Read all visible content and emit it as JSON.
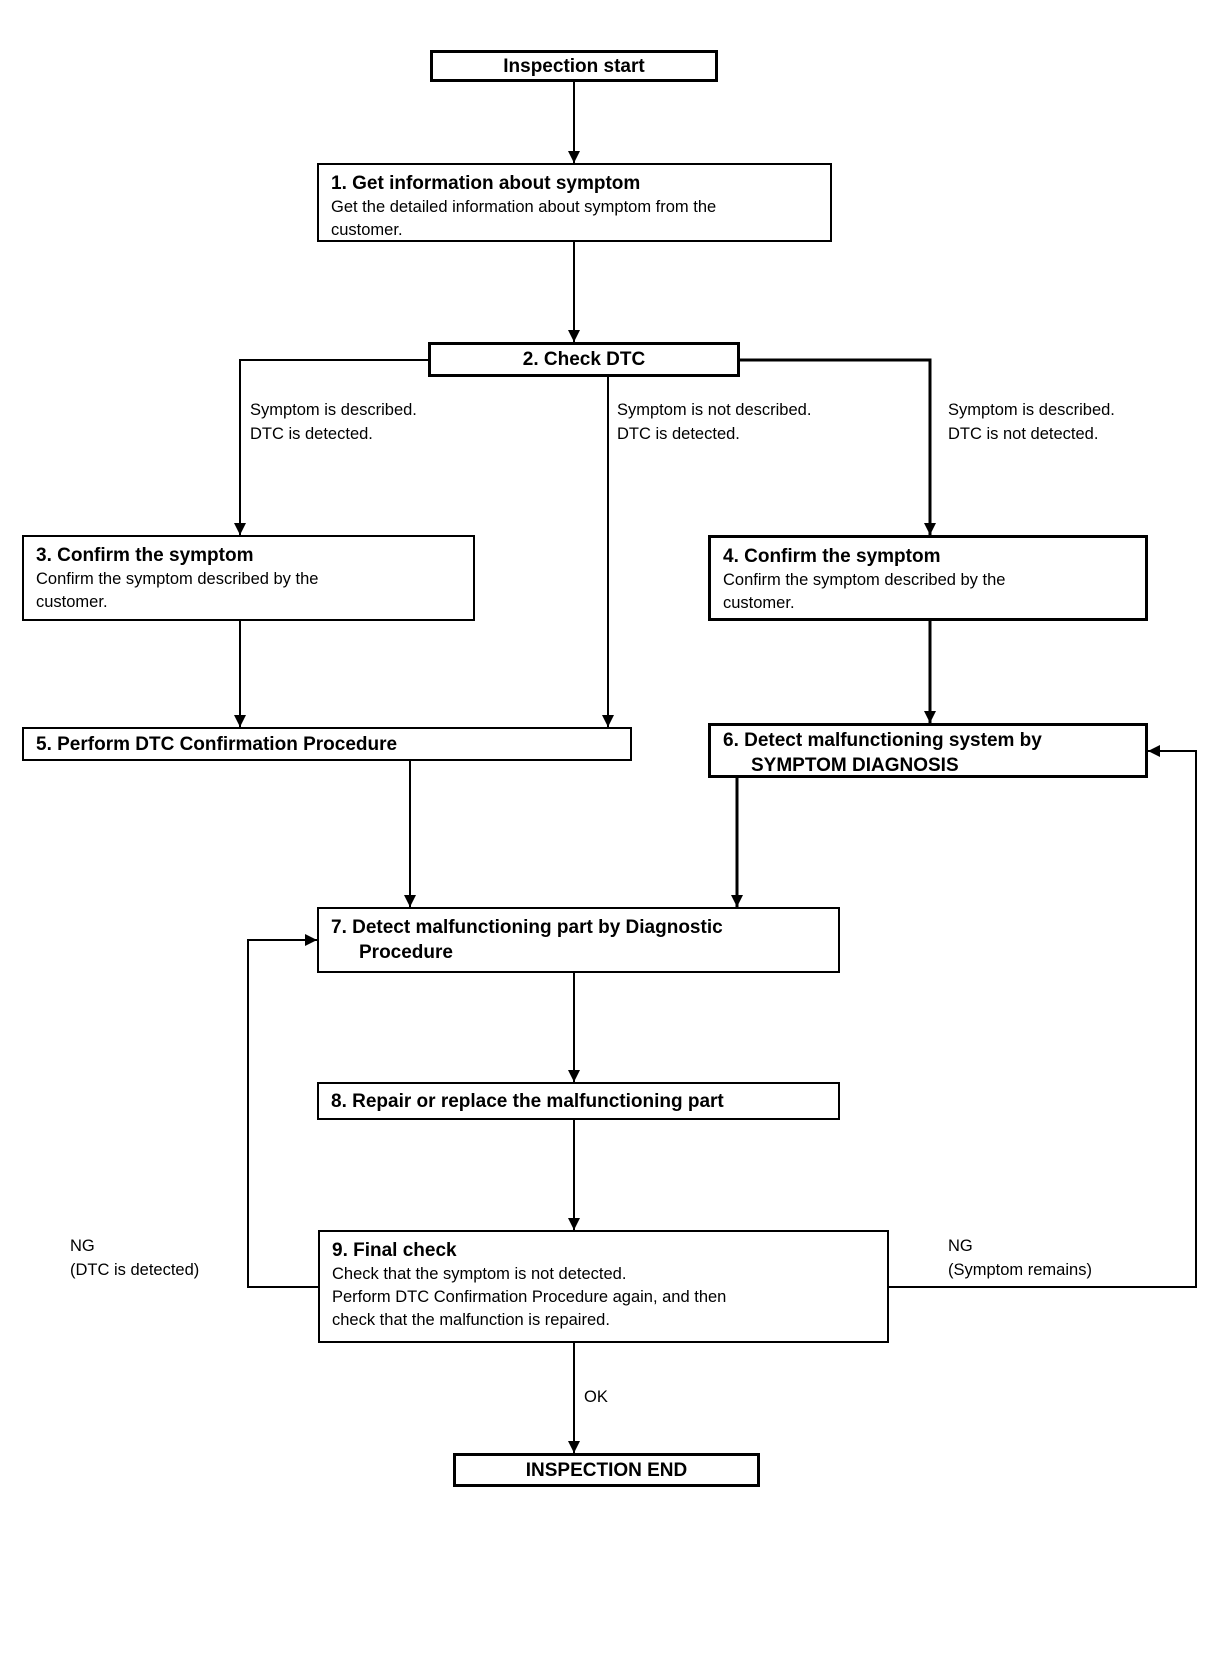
{
  "flow": {
    "start_label": "Inspection start",
    "end_label": "INSPECTION END",
    "steps": [
      {
        "title": "1. Get information about symptom",
        "body": [
          "Get the detailed information about symptom from the",
          "customer."
        ]
      },
      {
        "title": "2. Check DTC"
      },
      {
        "title": "3. Confirm the symptom",
        "body": [
          "Confirm the symptom described by the",
          "customer."
        ]
      },
      {
        "title": "4. Confirm the symptom",
        "body": [
          "Confirm the symptom described by the",
          "customer."
        ]
      },
      {
        "title": "5. Perform DTC Confirmation Procedure"
      },
      {
        "title": "6. Detect malfunctioning system by",
        "title2": "SYMPTOM DIAGNOSIS"
      },
      {
        "title": "7. Detect malfunctioning part by Diagnostic",
        "title2": "Procedure"
      },
      {
        "title": "8. Repair or replace the malfunctioning part"
      },
      {
        "title": "9. Final check",
        "body": [
          "Check that the symptom is not detected.",
          "Perform DTC Confirmation Procedure again, and then",
          "check that the malfunction is repaired."
        ]
      }
    ],
    "branch_labels": {
      "left": [
        "Symptom is described.",
        "DTC is detected."
      ],
      "middle": [
        "Symptom is not described.",
        "DTC is detected."
      ],
      "right": [
        "Symptom is described.",
        "DTC is not detected."
      ]
    },
    "edge_labels": {
      "ng_left": [
        "NG",
        "(DTC is detected)"
      ],
      "ng_right": [
        "NG",
        "(Symptom remains)"
      ],
      "ok": "OK"
    },
    "colors": {
      "line": "#000000",
      "box_border": "#000000",
      "text": "#000000",
      "background": "#ffffff"
    }
  }
}
